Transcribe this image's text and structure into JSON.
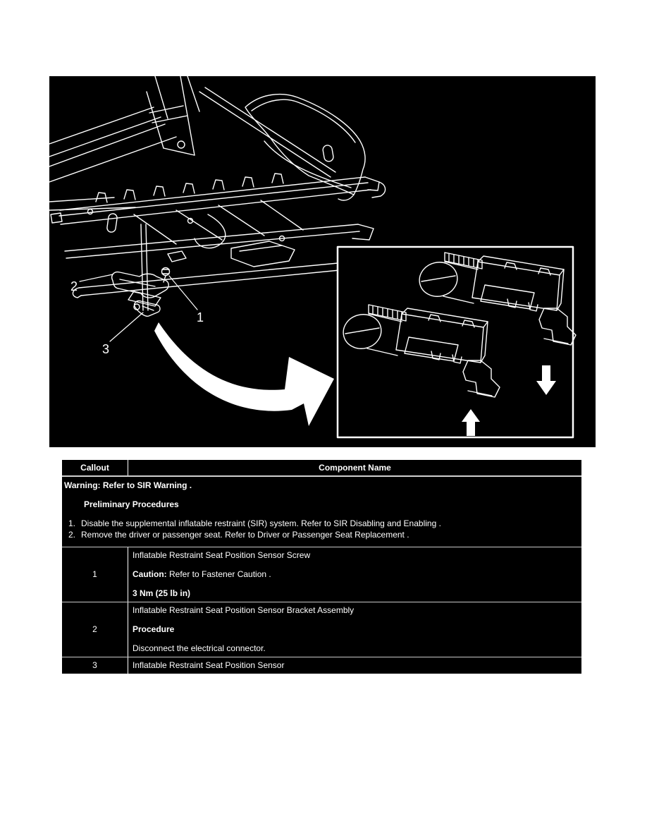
{
  "illustration": {
    "description": "Inflatable restraint seat position sensor location under seat with magnified sensor inset",
    "callout_1": "1",
    "callout_2": "2",
    "callout_3": "3"
  },
  "table": {
    "header": {
      "callout": "Callout",
      "component": "Component Name"
    },
    "preamble": {
      "warning": "Warning: Refer to SIR Warning .",
      "preliminary_title": "Preliminary Procedures",
      "steps": [
        {
          "num": "1.",
          "text": "Disable the supplemental inflatable restraint (SIR) system. Refer to SIR Disabling and Enabling ."
        },
        {
          "num": "2.",
          "text": "Remove the driver or passenger seat. Refer to Driver or Passenger Seat Replacement ."
        }
      ]
    },
    "rows": [
      {
        "callout": "1",
        "line1": {
          "text": "Inflatable Restraint Seat Position Sensor Screw"
        },
        "line2": {
          "bold": "Caution:",
          "text": " Refer to Fastener Caution ."
        },
        "line3": {
          "bold": "3 Nm (25 lb in)",
          "text": ""
        }
      },
      {
        "callout": "2",
        "line1": {
          "text": "Inflatable Restraint Seat Position Sensor Bracket Assembly"
        },
        "line2": {
          "bold": "Procedure",
          "text": ""
        },
        "line3": {
          "text": "Disconnect the electrical connector."
        }
      },
      {
        "callout": "3",
        "line1": {
          "text": "Inflatable Restraint Seat Position Sensor"
        }
      }
    ]
  },
  "colors": {
    "page_bg": "#ffffff",
    "diagram_bg": "#000000",
    "line_art": "#ffffff",
    "table_bg": "#000000",
    "table_text": "#ffffff",
    "table_border": "#ffffff",
    "table_grid": "#c9c9c9"
  }
}
